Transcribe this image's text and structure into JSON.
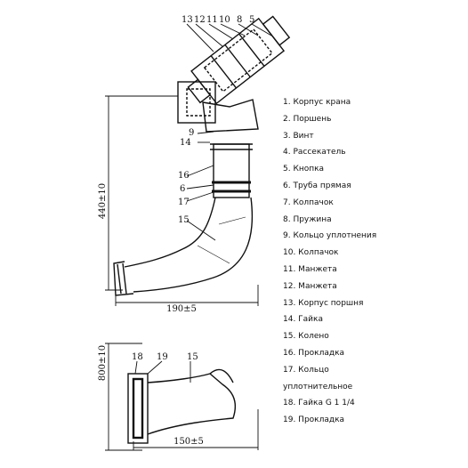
{
  "dimensions": {
    "main_height": "440±10",
    "main_width": "190±5",
    "inset_height": "800±10",
    "inset_width": "150±5"
  },
  "callouts": {
    "top": [
      "13",
      "12",
      "11",
      "10",
      "8",
      "5"
    ],
    "c9": "9",
    "c14": "14",
    "c16": "16",
    "c6": "6",
    "c17": "17",
    "c15": "15",
    "inset": [
      "18",
      "19",
      "15"
    ]
  },
  "legend": [
    "1. Корпус крана",
    "2. Поршень",
    "3. Винт",
    "4. Рассекатель",
    "5. Кнопка",
    "6. Труба прямая",
    "7. Колпачок",
    "8. Пружина",
    "9. Кольцо уплотнения",
    "10. Колпачок",
    "11. Манжета",
    "12. Манжета",
    "13. Корпус поршня",
    "14. Гайка",
    "15. Колено",
    "16. Прокладка",
    "17. Кольцо",
    "уплотнительное",
    "18. Гайка G 1 1/4",
    "19. Прокладка"
  ]
}
